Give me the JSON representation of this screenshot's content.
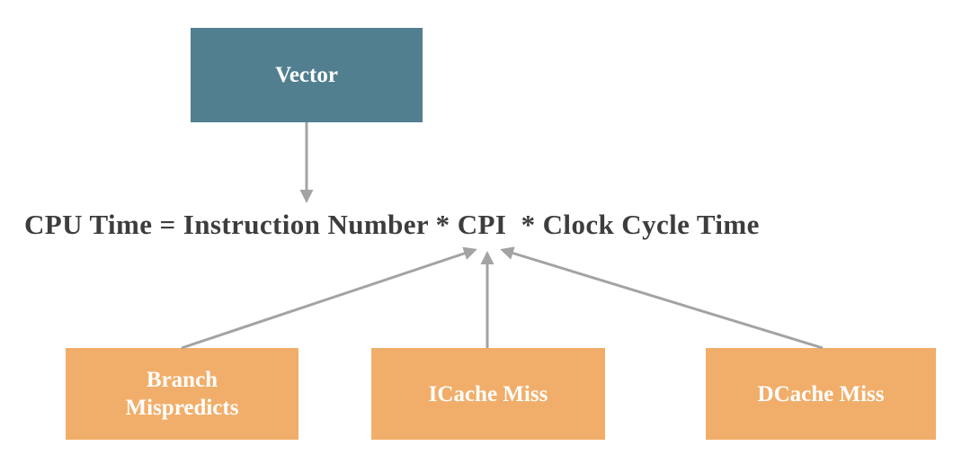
{
  "colors": {
    "background": "#ffffff",
    "top_box": "#517f8f",
    "bottom_box": "#f1ae6a",
    "arrow": "#a3a3a3",
    "equation_text": "#3d3d3d",
    "node_text": "#ffffff"
  },
  "diagram": {
    "top_node": {
      "id": "vector",
      "label": "Vector"
    },
    "equation": "CPU Time = Instruction Number * CPI  * Clock Cycle Time",
    "bottom_nodes": [
      {
        "id": "branch-mispredicts",
        "lines": [
          "Branch",
          "Mispredicts"
        ]
      },
      {
        "id": "icache-miss",
        "lines": [
          "ICache Miss"
        ]
      },
      {
        "id": "dcache-miss",
        "lines": [
          "DCache Miss"
        ]
      }
    ],
    "connections": [
      {
        "from": "vector",
        "to": "equation",
        "direction": "down"
      },
      {
        "from": "branch-mispredicts",
        "to": "CPI",
        "direction": "up"
      },
      {
        "from": "icache-miss",
        "to": "CPI",
        "direction": "up"
      },
      {
        "from": "dcache-miss",
        "to": "CPI",
        "direction": "up"
      }
    ]
  }
}
